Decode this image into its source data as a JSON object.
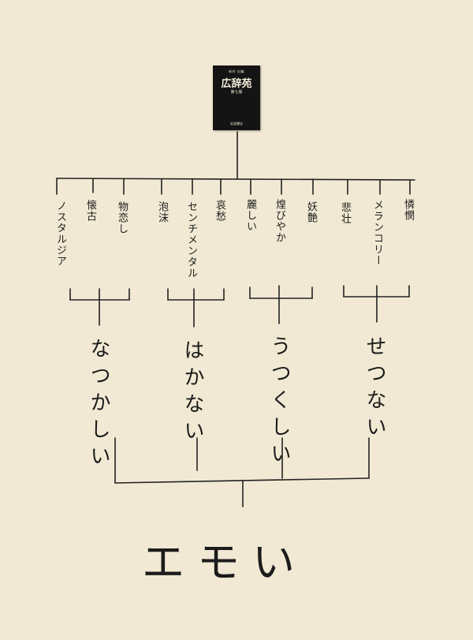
{
  "book": {
    "publisher_top": "新村 出編",
    "title": "広辞苑",
    "edition": "第七版",
    "publisher": "岩波書店"
  },
  "words": [
    "ノスタルジア",
    "懐古",
    "物恋し",
    "泡沫",
    "センチメンタル",
    "哀愁",
    "麗しい",
    "煌びやか",
    "妖艶",
    "悲壮",
    "メランコリー",
    "憐憫"
  ],
  "groups": [
    "なつかしい",
    "はかない",
    "うつくしい",
    "せつない"
  ],
  "result": "エモい"
}
